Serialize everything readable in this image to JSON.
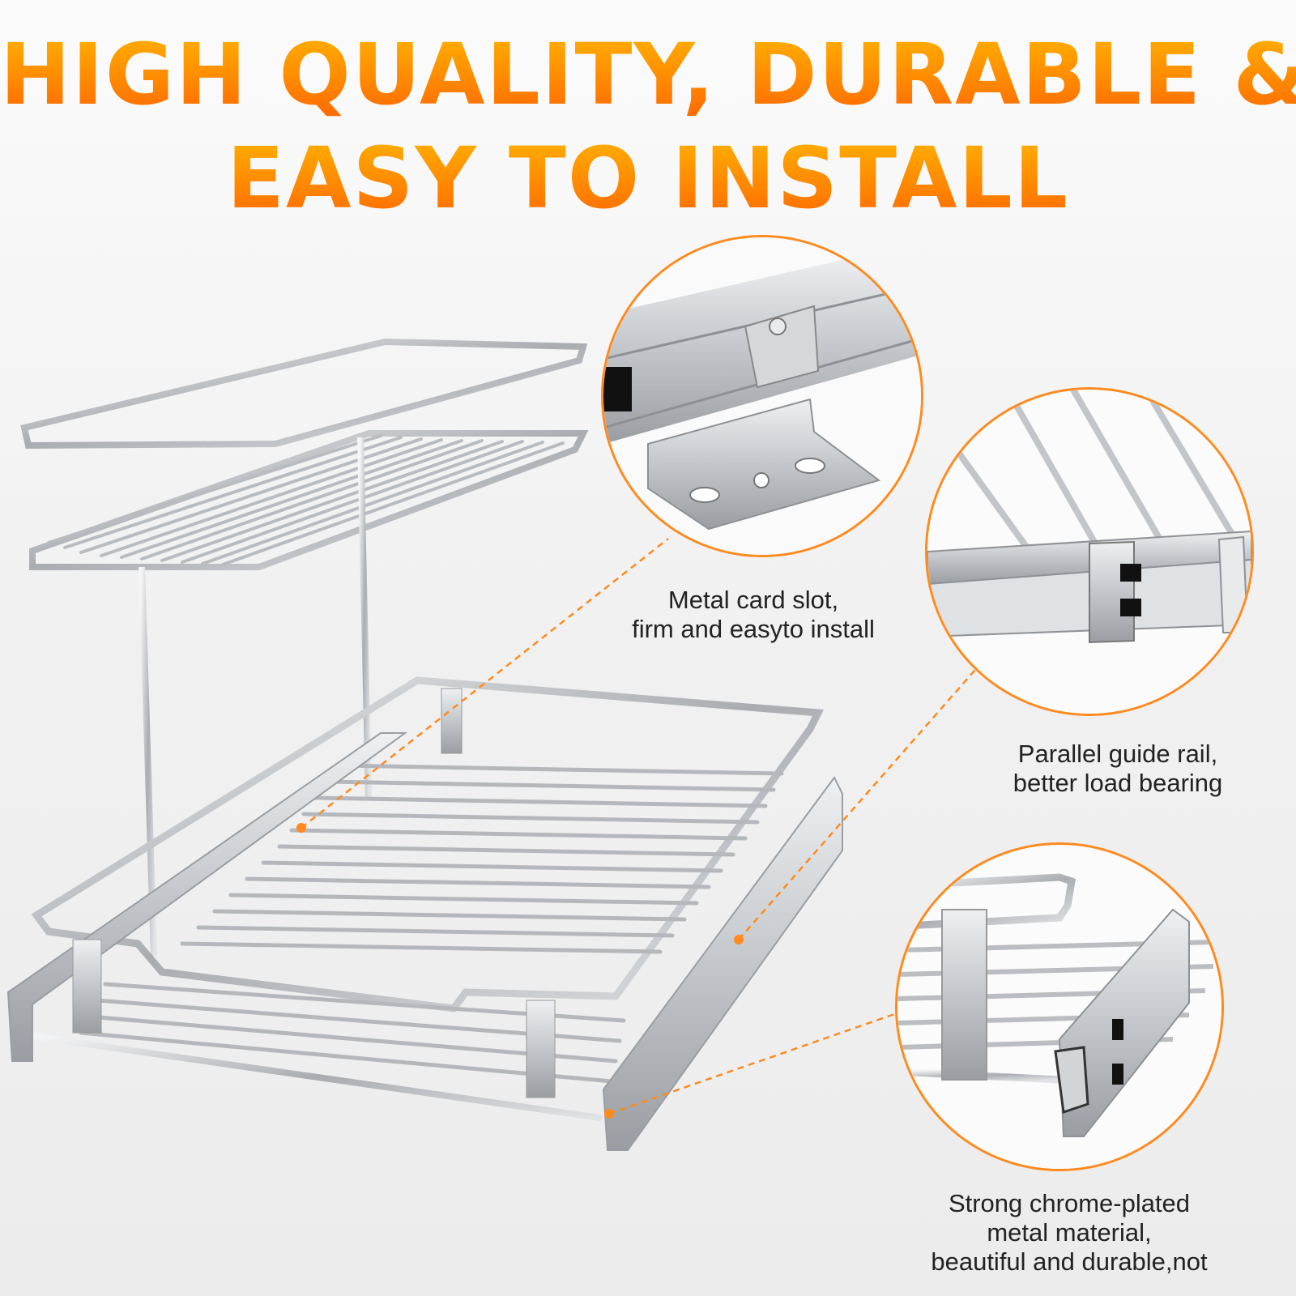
{
  "headline": {
    "line1": "HIGH QUALITY, DURABLE &",
    "line2": "EASY TO INSTALL"
  },
  "callouts": [
    {
      "text": "Metal card slot,\nfirm and easyto install"
    },
    {
      "text": "Parallel guide rail,\nbetter  load bearing"
    },
    {
      "text": "Strong chrome-plated\nmetal material,\nbeautiful and durable,not"
    }
  ],
  "colors": {
    "accent": "#ff8a1e",
    "headline_top": "#ffb000",
    "headline_bottom": "#ff6a00",
    "chrome": "#b9bcc0"
  }
}
